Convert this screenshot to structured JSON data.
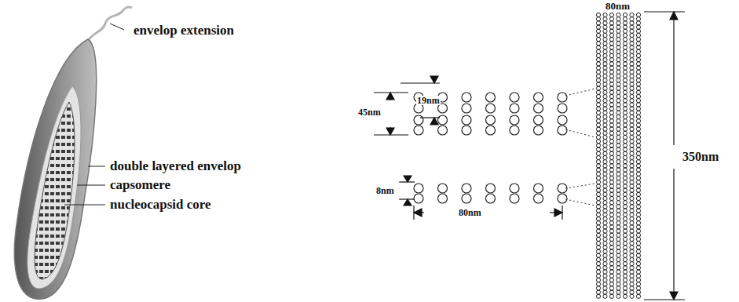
{
  "diagram": {
    "labels": [
      "envelop extension",
      "double layered envelop",
      "capsomere",
      "nucleocapsid core",
      "80nm",
      "45nm",
      "19nm",
      "8nm",
      "80nm",
      "350nm"
    ]
  }
}
